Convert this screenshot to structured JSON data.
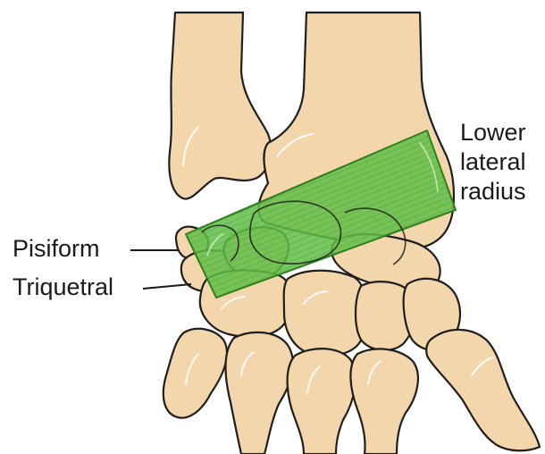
{
  "labels": {
    "radius_line1": "Lower",
    "radius_line2": "lateral",
    "radius_line3": "radius",
    "pisiform": "Pisiform",
    "triquetral": "Triquetral"
  },
  "colors": {
    "bone_fill": "#f3d6ab",
    "bone_outline": "#1e1e1e",
    "band_fill": "#5fbe47",
    "band_outline": "#2e7d1e",
    "label_text": "#1a1a1a"
  }
}
